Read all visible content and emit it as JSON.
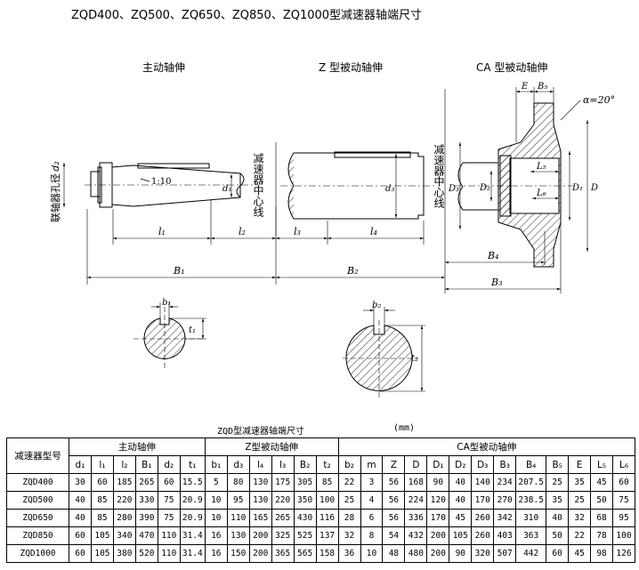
{
  "page_title": "ZQD400、ZQ500、ZQ650、ZQ850、ZQ1000型减速器轴端尺寸",
  "drawing": {
    "views": {
      "input": "主动轴伸",
      "z_output": "Z 型被动轴伸",
      "ca_output": "CA 型被动轴伸"
    },
    "labels": {
      "coupling_bore": "联轴器孔径",
      "coupling_bore_sym": "d₂",
      "taper": "1:10",
      "reducer_center_line": "减速器中心线",
      "angle": "α=20°",
      "d1": "d₁",
      "d3": "d₃",
      "l1": "l₁",
      "l2": "l₂",
      "l3": "l₃",
      "l4": "l₄",
      "B1": "B₁",
      "B2": "B₂",
      "B3": "B₃",
      "B4": "B₄",
      "B5": "B₅",
      "E": "E",
      "D": "D",
      "D1": "D₁",
      "D2": "D₂",
      "D3": "D₃",
      "L5": "L₅",
      "L6": "L₆",
      "b1": "b₁",
      "t1": "t₁",
      "b2": "b₂",
      "t2": "t₂"
    }
  },
  "table": {
    "caption": "ZQD型减速器轴端尺寸",
    "unit": "(mm)",
    "model_header": "减速器型号",
    "group_headers": [
      "主动轴伸",
      "Z型被动轴伸",
      "CA型被动轴伸"
    ],
    "columns": [
      "d₁",
      "l₁",
      "l₂",
      "B₁",
      "d₂",
      "t₁",
      "b₁",
      "d₃",
      "l₄",
      "l₃",
      "B₂",
      "t₂",
      "b₂",
      "m",
      "Z",
      "D",
      "D₁",
      "D₂",
      "D₃",
      "B₃",
      "B₄",
      "B₅",
      "E",
      "L₅",
      "L₆"
    ],
    "rows": [
      {
        "model": "ZQD400",
        "values": [
          "30",
          "60",
          "185",
          "265",
          "60",
          "15.5",
          "5",
          "80",
          "130",
          "175",
          "305",
          "85",
          "22",
          "3",
          "56",
          "168",
          "90",
          "40",
          "140",
          "234",
          "207.5",
          "25",
          "35",
          "45",
          "60"
        ]
      },
      {
        "model": "ZQD500",
        "values": [
          "40",
          "85",
          "220",
          "330",
          "75",
          "20.9",
          "10",
          "95",
          "130",
          "220",
          "350",
          "100",
          "25",
          "4",
          "56",
          "224",
          "120",
          "40",
          "170",
          "270",
          "238.5",
          "35",
          "25",
          "50",
          "75"
        ]
      },
      {
        "model": "ZQD650",
        "values": [
          "40",
          "85",
          "280",
          "390",
          "75",
          "20.9",
          "10",
          "110",
          "165",
          "265",
          "430",
          "116",
          "28",
          "6",
          "56",
          "336",
          "170",
          "45",
          "260",
          "342",
          "310",
          "40",
          "32",
          "68",
          "95"
        ]
      },
      {
        "model": "ZQD850",
        "values": [
          "60",
          "105",
          "340",
          "470",
          "110",
          "31.4",
          "16",
          "130",
          "200",
          "325",
          "525",
          "137",
          "32",
          "8",
          "54",
          "432",
          "200",
          "105",
          "260",
          "403",
          "363",
          "50",
          "22",
          "78",
          "100"
        ]
      },
      {
        "model": "ZQD1000",
        "values": [
          "60",
          "105",
          "380",
          "520",
          "110",
          "31.4",
          "16",
          "150",
          "200",
          "365",
          "565",
          "158",
          "36",
          "10",
          "48",
          "480",
          "200",
          "90",
          "320",
          "507",
          "442",
          "60",
          "45",
          "98",
          "126"
        ]
      }
    ]
  }
}
